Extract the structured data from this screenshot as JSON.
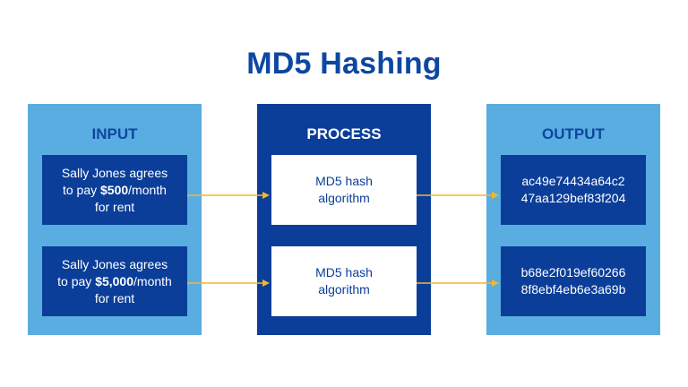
{
  "title": "MD5 Hashing",
  "columns": {
    "input": {
      "header": "INPUT",
      "items": [
        {
          "line1": "Sally Jones agrees",
          "line2_pre": "to pay ",
          "line2_bold": "$500",
          "line2_post": "/month",
          "line3": "for rent"
        },
        {
          "line1": "Sally Jones agrees",
          "line2_pre": "to pay ",
          "line2_bold": "$5,000",
          "line2_post": "/month",
          "line3": "for rent"
        }
      ]
    },
    "process": {
      "header": "PROCESS",
      "items": [
        {
          "line1": "MD5 hash",
          "line2": "algorithm"
        },
        {
          "line1": "MD5 hash",
          "line2": "algorithm"
        }
      ]
    },
    "output": {
      "header": "OUTPUT",
      "items": [
        {
          "line1": "ac49e74434a64c2",
          "line2": "47aa129bef83f204"
        },
        {
          "line1": "b68e2f019ef60266",
          "line2": "8f8ebf4eb6e3a69b"
        }
      ]
    }
  },
  "colors": {
    "title": "#0d47a1",
    "dark_blue": "#0b3e99",
    "light_blue": "#5aade1",
    "arrow": "#f2b632"
  }
}
